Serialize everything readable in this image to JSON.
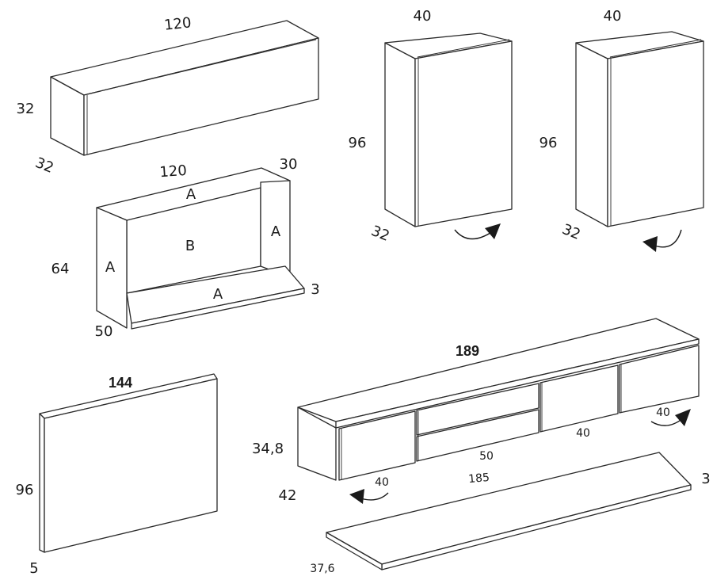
{
  "wall_cabinet_wide": {
    "width_label": "120",
    "height_label": "32",
    "depth_label": "32"
  },
  "open_shelf_unit": {
    "width_label": "120",
    "depth_label": "30",
    "height_label": "64",
    "side_depth_label": "50",
    "thickness_label": "3",
    "panel_top": "A",
    "panel_left": "A",
    "panel_right": "A",
    "panel_bottom": "A",
    "panel_back": "B"
  },
  "wall_cabinet_left": {
    "width_label": "40",
    "height_label": "96",
    "depth_label": "32"
  },
  "wall_cabinet_right": {
    "width_label": "40",
    "height_label": "96",
    "depth_label": "32"
  },
  "back_panel": {
    "width_label": "144",
    "height_label": "96",
    "thickness_label": "5"
  },
  "tv_unit": {
    "width_label": "189",
    "height_label": "34,8",
    "depth_label": "42",
    "left_door_label": "40",
    "drawer_label": "50",
    "middle_door_label": "40",
    "right_door_label": "40"
  },
  "shelf_board": {
    "length_label": "185",
    "thickness_label": "3",
    "depth_label": "37,6"
  }
}
